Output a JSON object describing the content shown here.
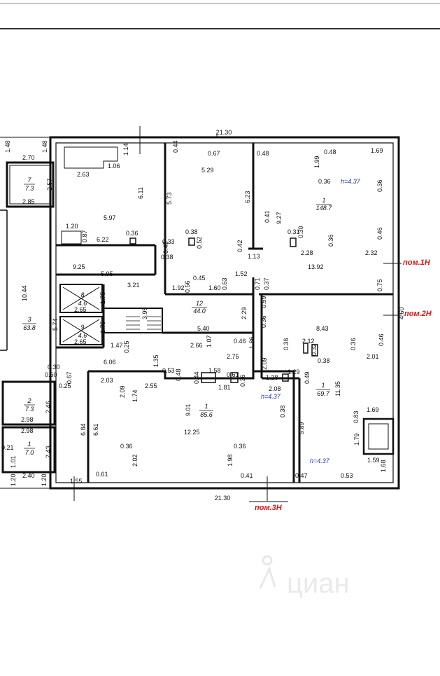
{
  "plan": {
    "overall_dims": {
      "top": "21.30",
      "bottom": "21.30"
    },
    "premises": [
      {
        "id": "pom1",
        "label": "пом.1Н"
      },
      {
        "id": "pom2",
        "label": "пом.2Н"
      },
      {
        "id": "pom3",
        "label": "пом.3Н"
      }
    ],
    "heights": [
      "h=4.37",
      "h=4.37",
      "h=4.37"
    ],
    "rooms": [
      {
        "num": "1",
        "area": "148.7"
      },
      {
        "num": "1",
        "area": "69.7"
      },
      {
        "num": "1",
        "area": "85.6"
      },
      {
        "num": "12",
        "area": "44.0"
      },
      {
        "num": "3",
        "area": "63.8"
      },
      {
        "num": "7",
        "area": "7.3"
      },
      {
        "num": "2",
        "area": "7.3"
      },
      {
        "num": "1",
        "area": "7.0"
      },
      {
        "num": "8",
        "area": "4.6"
      },
      {
        "num": "9",
        "area": "4.6"
      }
    ],
    "dimensions": {
      "top_left": [
        "1.48",
        "2.70",
        "1.48",
        "2.57",
        "2.85",
        "2.63",
        "1.06",
        "1.14",
        "0.44",
        "0.67",
        "0.48",
        "1.99",
        "0.48",
        "1.69"
      ],
      "room_a": [
        "5.97",
        "6.11",
        "1.20",
        "0.87",
        "0.36",
        "6.22"
      ],
      "room_b": [
        "5.29",
        "5.73",
        "0.38",
        "0.52",
        "0.33",
        "0.38",
        "0.45",
        "6.23",
        "0.42",
        "1.13",
        "0.41"
      ],
      "room_c": [
        "9.27",
        "0.36",
        "0.31",
        "0.30",
        "2.28",
        "0.36",
        "0.46",
        "2.32",
        "13.92",
        "0.36",
        "0.75"
      ],
      "mid": [
        "9.25",
        "5.95",
        "3.21",
        "1.92",
        "0.56",
        "0.45",
        "1.60",
        "0.63",
        "1.52",
        "0.71",
        "0.37",
        "3.95",
        "2.29",
        "5.40",
        "0.36",
        "0.59",
        "10.44",
        "5.74",
        "1.75",
        "2.65",
        "1.75",
        "2.65",
        "1.47",
        "0.25",
        "2.66",
        "1.07",
        "0.46",
        "2.75",
        "1.86",
        "2.09"
      ],
      "room_2h": [
        "8.43",
        "4.60",
        "2.12",
        "0.36",
        "0.38",
        "0.32",
        "0.36",
        "0.46",
        "2.01",
        "1.29",
        "0.49",
        "11.35",
        "1.69",
        "0.83",
        "1.79",
        "1.59",
        "1.68"
      ],
      "room_3h": [
        "6.06",
        "1.35",
        "0.53",
        "0.48",
        "2.03",
        "2.09",
        "1.74",
        "2.55",
        "0.44",
        "1.58",
        "0.61",
        "1.81",
        "0.36",
        "1.28",
        "2.08",
        "0.38",
        "9.01",
        "12.25",
        "6.84",
        "6.61",
        "0.36",
        "2.02",
        "0.61",
        "0.36",
        "1.98",
        "0.41",
        "0.47",
        "0.53",
        "5.89",
        "1.55"
      ],
      "left_rooms": [
        "0.30",
        "0.60",
        "0.67",
        "0.25",
        "2.46",
        "2.98",
        "2.98",
        "2.43",
        "0.21",
        "1.01",
        "1.20",
        "2.40",
        "1.20"
      ]
    },
    "watermark": "циан"
  }
}
